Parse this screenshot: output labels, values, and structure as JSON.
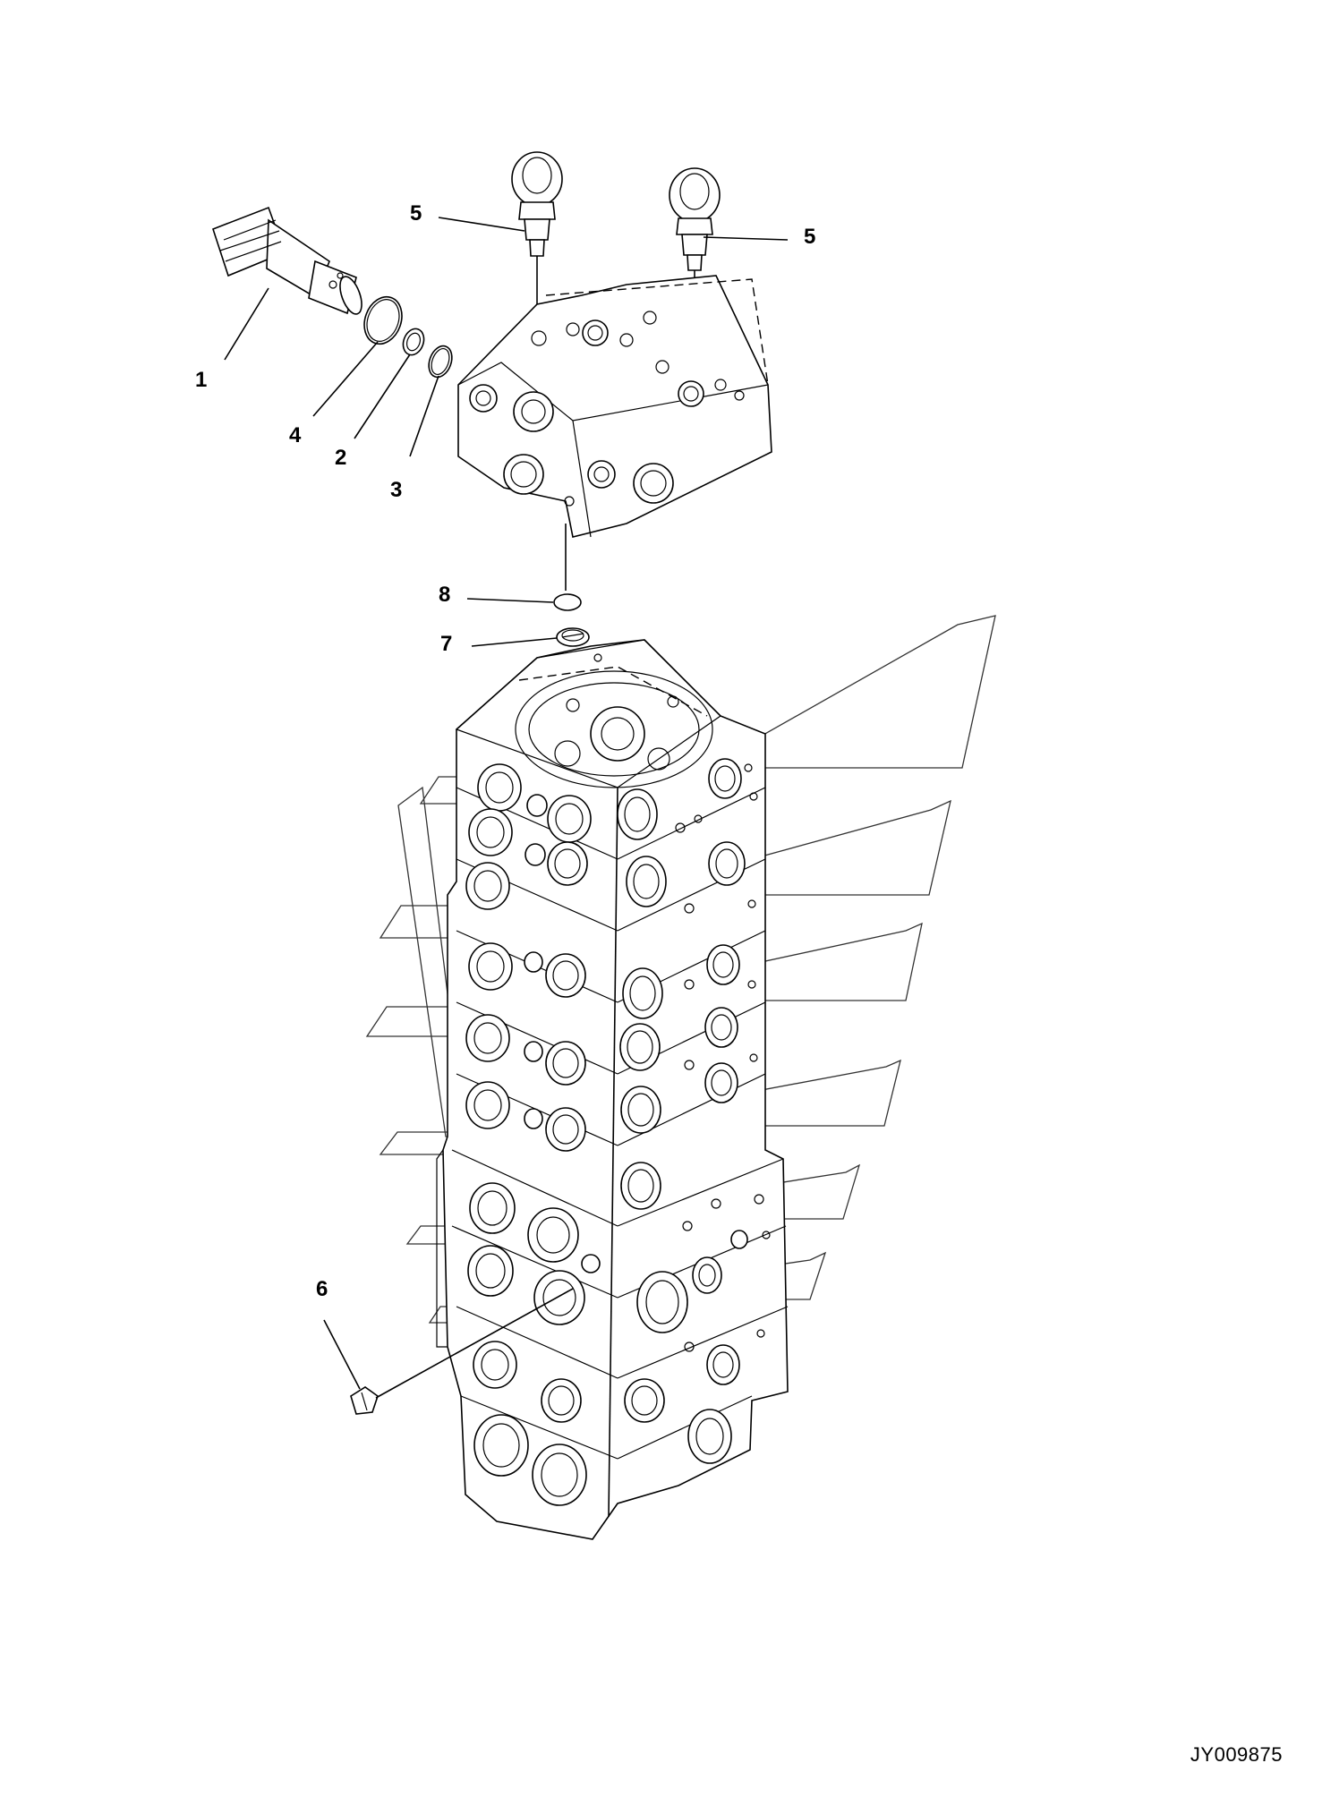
{
  "drawing_ref": "JY009875",
  "callouts": {
    "c1": "1",
    "c2": "2",
    "c3": "3",
    "c4": "4",
    "c5a": "5",
    "c5b": "5",
    "c6": "6",
    "c7": "7",
    "c8": "8"
  }
}
